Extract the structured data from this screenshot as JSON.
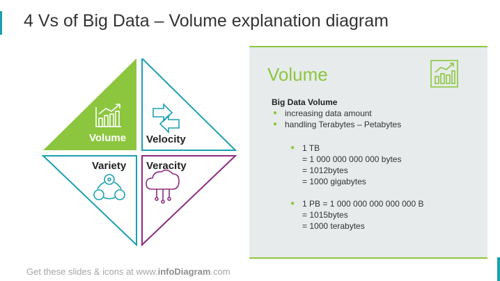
{
  "title": "4 Vs of Big Data – Volume explanation diagram",
  "diagram": {
    "quadrants": [
      {
        "label": "Volume",
        "icon": "bar-chart-icon",
        "color": "#8cc63f"
      },
      {
        "label": "Velocity",
        "icon": "arrows-exchange-icon",
        "color": "#1a9fb0"
      },
      {
        "label": "Variety",
        "icon": "network-cycle-icon",
        "color": "#1a9fb0"
      },
      {
        "label": "Veracity",
        "icon": "cloud-network-icon",
        "color": "#8b2a7f"
      }
    ]
  },
  "panel": {
    "title": "Volume",
    "icon": "bar-chart-icon",
    "subheading": "Big Data Volume",
    "bullets": [
      "increasing data amount",
      "handling Terabytes – Petabytes"
    ],
    "tb": {
      "bullet": "1 TB",
      "lines": [
        "= 1 000 000 000 000 bytes",
        "= 1012bytes",
        "= 1000 gigabytes"
      ]
    },
    "pb": {
      "bullet": "1 PB = 1 000 000 000 000 000 B",
      "lines": [
        "= 1015bytes",
        "= 1000 terabytes"
      ]
    }
  },
  "footer": {
    "prefix": "Get these slides & icons at www.",
    "brand": "infoDiagram",
    "suffix": ".com"
  },
  "colors": {
    "green": "#8cc63f",
    "teal": "#1a9fb0",
    "purple": "#8b2a7f"
  }
}
